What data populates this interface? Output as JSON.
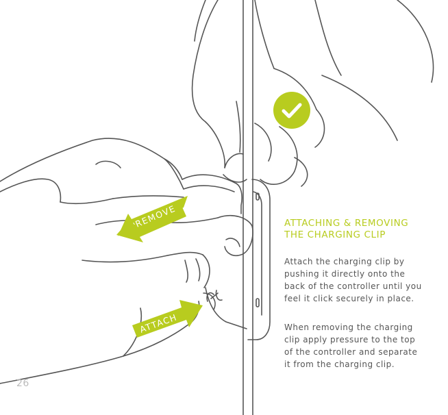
{
  "heading": {
    "lines": [
      "ATTACHING & REMOVING",
      "THE CHARGING CLIP"
    ]
  },
  "paragraph_attach": {
    "lines": [
      "Attach the charging clip by",
      "pushing it directly onto the",
      "back of the controller until you",
      "feel it click securely in place."
    ]
  },
  "paragraph_remove": {
    "lines": [
      "When removing the charging",
      "clip apply pressure to the top",
      "of the controller and separate",
      "it from the charging clip."
    ]
  },
  "arrows": {
    "remove_label": "REMOVE",
    "attach_label": "ATTACH"
  },
  "page_number": "26",
  "colors": {
    "accent": "#b8cc1f",
    "line_art": "#555555",
    "body_text": "#555555",
    "page_number": "#bbbbbb"
  },
  "icons": {
    "check": "check-icon"
  }
}
